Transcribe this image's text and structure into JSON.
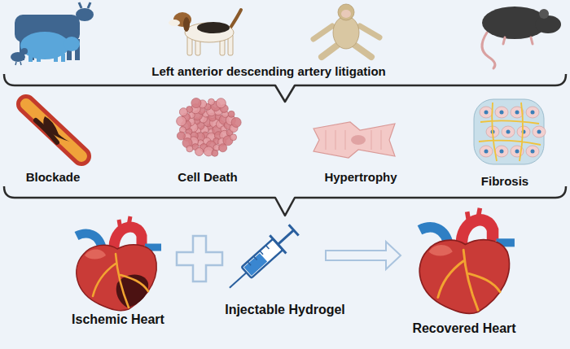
{
  "diagram": {
    "labels": [
      "Left anterior descending artery litigation",
      "Blockade",
      "Cell Death",
      "Hypertrophy",
      "Fibrosis",
      "Ischemic Heart",
      "Injectable Hydrogel",
      "Recovered Heart"
    ]
  }
}
